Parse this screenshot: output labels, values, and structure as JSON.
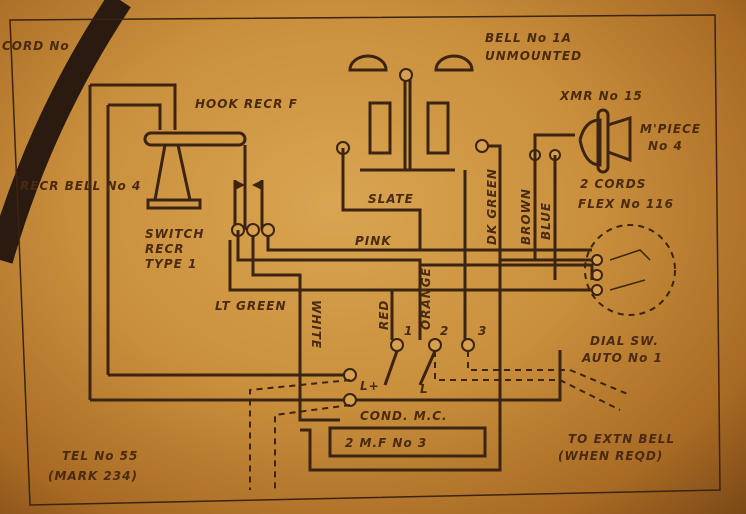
{
  "labels": {
    "cord_no": "CORD No",
    "receiver_bell": "RECR BELL No 4",
    "hook_rec": "HOOK RECR F",
    "switch_rec_1": "SWITCH",
    "switch_rec_2": "RECR",
    "switch_rec_3": "TYPE 1",
    "bell_1": "BELL No 1A",
    "bell_2": "UNMOUNTED",
    "xmr": "XMR No 15",
    "mpiece_1": "M'PIECE",
    "mpiece_2": "No 4",
    "cords_1": "2 CORDS",
    "cords_2": "FLEX No 116",
    "slate": "SLATE",
    "pink": "PINK",
    "dk_green": "DK GREEN",
    "brown": "BROWN",
    "blue": "BLUE",
    "lt_green": "LT GREEN",
    "white": "WHITE",
    "red": "RED",
    "orange": "ORANGE",
    "term_1": "1",
    "term_2": "2",
    "term_3": "3",
    "term_l_plus": "L+",
    "term_l": "L",
    "cond": "COND. M.C.",
    "cond_value": "2 M.F   No 3",
    "dial_1": "DIAL SW.",
    "dial_2": "AUTO No 1",
    "ext_bell_1": "TO EXTN BELL",
    "ext_bell_2": "(WHEN REQD)",
    "tel_1": "TEL No 55",
    "tel_2": "(MARK 234)"
  }
}
